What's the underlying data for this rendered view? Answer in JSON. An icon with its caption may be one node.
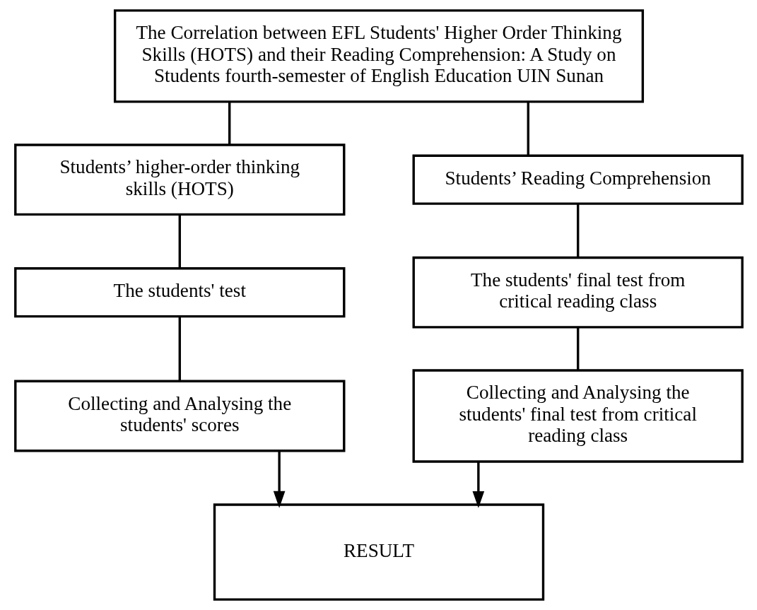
{
  "diagram": {
    "nodes": [
      {
        "text": [
          "The Correlation between EFL Students' Higher Order Thinking Skills (HOTS) and their Reading Comprehension: A Study on Students fourth-semester of English Education UIN Sunan"
        ]
      },
      {
        "text": [
          "Students’ higher-order thinking skills (HOTS)"
        ]
      },
      {
        "text": [
          "Students’ Reading Comprehension"
        ]
      },
      {
        "text": [
          "The students' test"
        ]
      },
      {
        "text": [
          "The students' final test from critical reading class"
        ]
      },
      {
        "text": [
          "Collecting and Analysing the students' scores"
        ]
      },
      {
        "text": [
          "Collecting and Analysing the students' final test from critical reading class"
        ]
      },
      {
        "text": [
          "RESULT"
        ]
      }
    ],
    "edges": [
      {
        "from": 0,
        "to": 1,
        "arrow": "none"
      },
      {
        "from": 0,
        "to": 2,
        "arrow": "none"
      },
      {
        "from": 1,
        "to": 3,
        "arrow": "none"
      },
      {
        "from": 2,
        "to": 4,
        "arrow": "none"
      },
      {
        "from": 3,
        "to": 5,
        "arrow": "none"
      },
      {
        "from": 4,
        "to": 6,
        "arrow": "none"
      },
      {
        "from": 5,
        "to": 7,
        "arrow": "to"
      },
      {
        "from": 6,
        "to": 7,
        "arrow": "to"
      }
    ]
  }
}
